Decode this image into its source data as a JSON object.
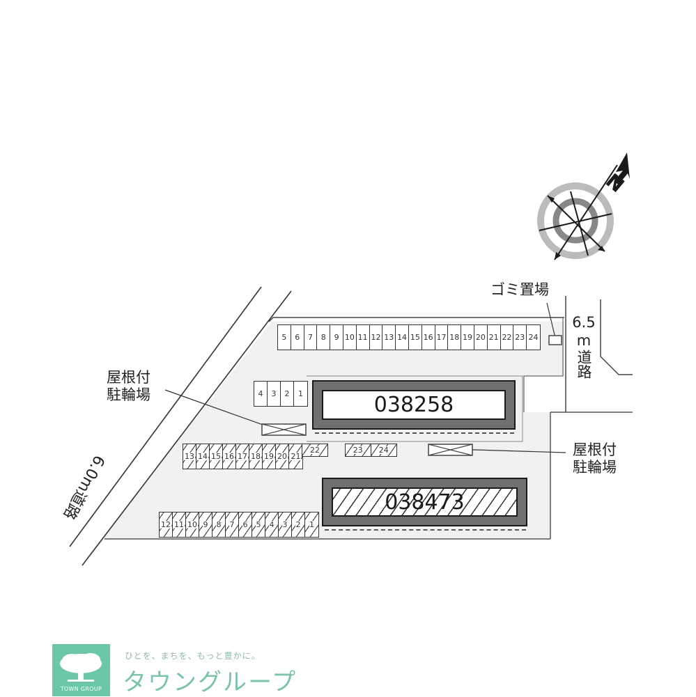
{
  "map": {
    "type": "parking_lot_site_map",
    "compass": {
      "label": "N",
      "direction_deg": 40
    },
    "roads": [
      {
        "id": "road-west",
        "label_width": "6.0",
        "label_unit": "m",
        "label_name": "道路",
        "full": "6.0m道路"
      },
      {
        "id": "road-east",
        "label_width": "6.5",
        "label_unit": "m",
        "label_name": "道路",
        "full": "6.5m道路"
      }
    ],
    "labels": {
      "garbage": "ゴミ置場",
      "bike_roofed_left_line1": "屋根付",
      "bike_roofed_left_line2": "駐輪場",
      "bike_roofed_right_line1": "屋根付",
      "bike_roofed_right_line2": "駐輪場"
    },
    "buildings": [
      {
        "id": "038258",
        "label": "038258",
        "hatched": false
      },
      {
        "id": "038473",
        "label": "038473",
        "hatched": true
      }
    ],
    "parking": {
      "top_row": [
        "5",
        "6",
        "7",
        "8",
        "9",
        "10",
        "11",
        "12",
        "13",
        "14",
        "15",
        "16",
        "17",
        "18",
        "19",
        "20",
        "21",
        "22",
        "23",
        "24"
      ],
      "small_row": [
        "4",
        "3",
        "2",
        "1"
      ],
      "middle_row": [
        "13",
        "14",
        "15",
        "16",
        "17",
        "18",
        "19",
        "20",
        "21"
      ],
      "middle_extra": [
        "22"
      ],
      "middle_pair": [
        "23",
        "24"
      ],
      "bottom_row": [
        "12",
        "11",
        "10",
        "9",
        "8",
        "7",
        "6",
        "5",
        "4",
        "3",
        "2",
        "1"
      ]
    }
  },
  "logo": {
    "tagline": "ひとを、まちを、もっと豊かに。",
    "name": "タウングループ",
    "english": "TOWN GROUP",
    "color": "#6cc7a8"
  }
}
